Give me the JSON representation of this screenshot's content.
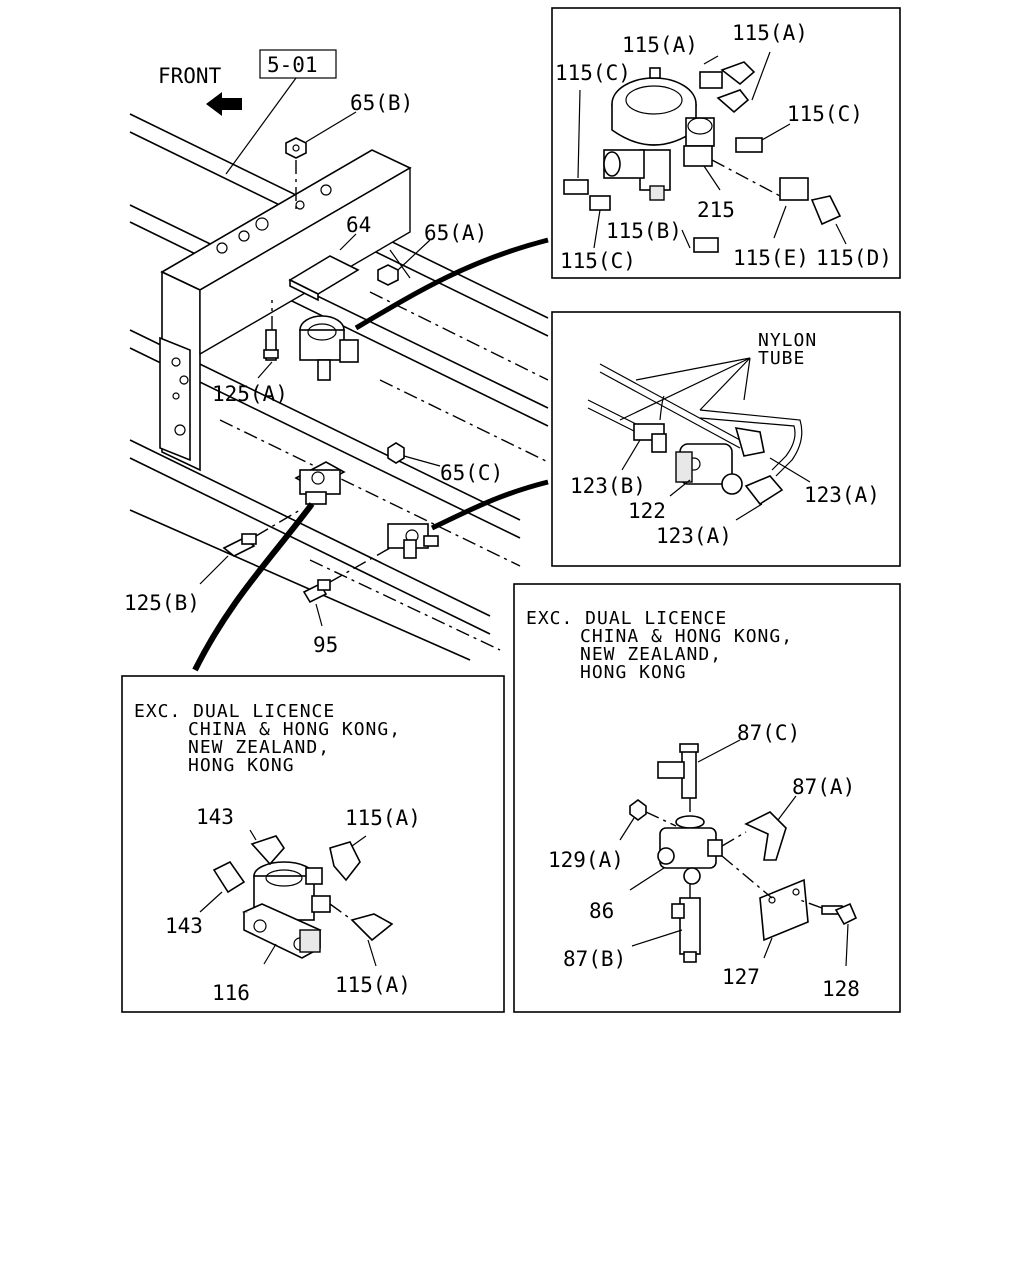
{
  "header": {
    "section_ref": "5-01",
    "front_label": "FRONT"
  },
  "main_view": {
    "labels": {
      "l65b": "65(B)",
      "l64": "64",
      "l65a": "65(A)",
      "l125a": "125(A)",
      "l65c": "65(C)",
      "l125b": "125(B)",
      "l95": "95"
    }
  },
  "detail_valve": {
    "labels": {
      "a1": "115(A)",
      "a2": "115(A)",
      "c1": "115(C)",
      "c2": "115(C)",
      "c3": "115(C)",
      "b": "115(B)",
      "e": "115(E)",
      "d": "115(D)",
      "p215": "215"
    }
  },
  "detail_nylon": {
    "title_line1": "NYLON",
    "title_line2": "TUBE",
    "labels": {
      "b": "123(B)",
      "a1": "123(A)",
      "a2": "123(A)",
      "p122": "122"
    }
  },
  "detail_left": {
    "note": [
      "EXC. DUAL LICENCE",
      "CHINA & HONG KONG,",
      "NEW ZEALAND,",
      "HONG KONG"
    ],
    "labels": {
      "p143a": "143",
      "p143b": "143",
      "a1": "115(A)",
      "a2": "115(A)",
      "p116": "116"
    }
  },
  "detail_right": {
    "note": [
      "EXC. DUAL LICENCE",
      "CHINA & HONG KONG,",
      "NEW ZEALAND,",
      "HONG KONG"
    ],
    "labels": {
      "c": "87(C)",
      "a": "87(A)",
      "p129a": "129(A)",
      "p86": "86",
      "b": "87(B)",
      "p127": "127",
      "p128": "128"
    }
  }
}
